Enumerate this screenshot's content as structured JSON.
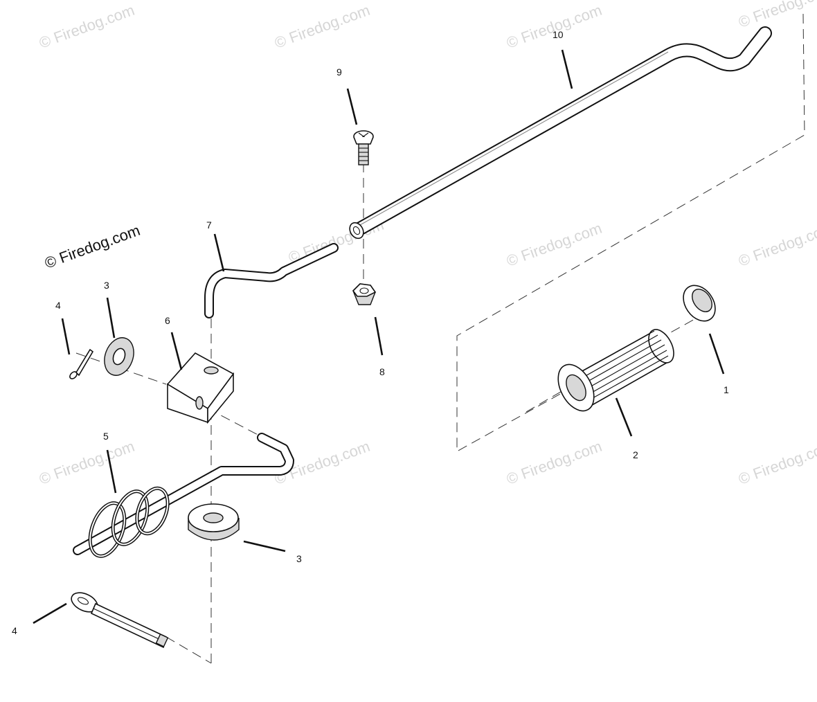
{
  "callouts": {
    "c1": "1",
    "c2": "2",
    "c3a": "3",
    "c3b": "3",
    "c4a": "4",
    "c4b": "4",
    "c5": "5",
    "c6": "6",
    "c7": "7",
    "c8": "8",
    "c9": "9",
    "c10": "10"
  },
  "watermark": {
    "main": "© Firedog.com",
    "faint": "© Firedog.com"
  }
}
